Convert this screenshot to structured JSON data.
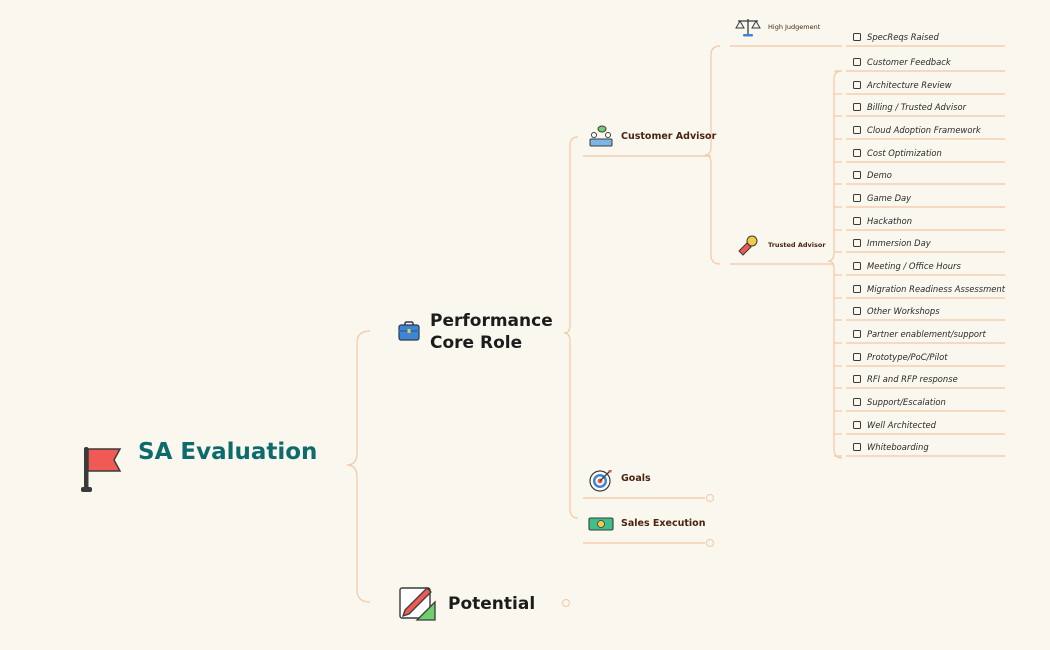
{
  "mindmap": {
    "root": {
      "title": "SA Evaluation",
      "icon": "red-flag-icon"
    },
    "branches": {
      "performance": {
        "title": "Performance Core Role",
        "icon": "briefcase-icon"
      },
      "potential": {
        "title": "Potential",
        "icon": "pencil-ruler-icon"
      }
    },
    "performance_children": {
      "customer_advisor": {
        "title": "Customer Advisor",
        "icon": "meeting-people-icon"
      },
      "goals": {
        "title": "Goals",
        "icon": "target-icon"
      },
      "sales_execution": {
        "title": "Sales Execution",
        "icon": "money-bill-icon"
      }
    },
    "customer_advisor_children": {
      "high_judgement": {
        "title": "High Judgement",
        "icon": "balance-scale-icon"
      },
      "trusted_advisor": {
        "title": "Trusted Advisor",
        "icon": "stamp-icon"
      }
    },
    "high_judgement_items": [
      "SpecReqs Raised"
    ],
    "trusted_advisor_items": [
      "Customer Feedback",
      "Architecture Review",
      "Billing / Trusted Advisor",
      "Cloud Adoption Framework",
      "Cost Optimization",
      "Demo",
      "Game Day",
      "Hackathon",
      "Immersion Day",
      "Meeting / Office Hours",
      "Migration Readiness Assessment",
      "Other Workshops",
      "Partner enablement/support",
      "Prototype/PoC/Pilot",
      "RFI and RFP response",
      "Support/Escalation",
      "Well Architected",
      "Whiteboarding"
    ]
  },
  "colors": {
    "background": "#f9f7ee",
    "connector": "#f3c9a6",
    "root_text": "#0d6b6e",
    "branch_text": "#1c1c1c",
    "node_text": "#4a2410"
  }
}
